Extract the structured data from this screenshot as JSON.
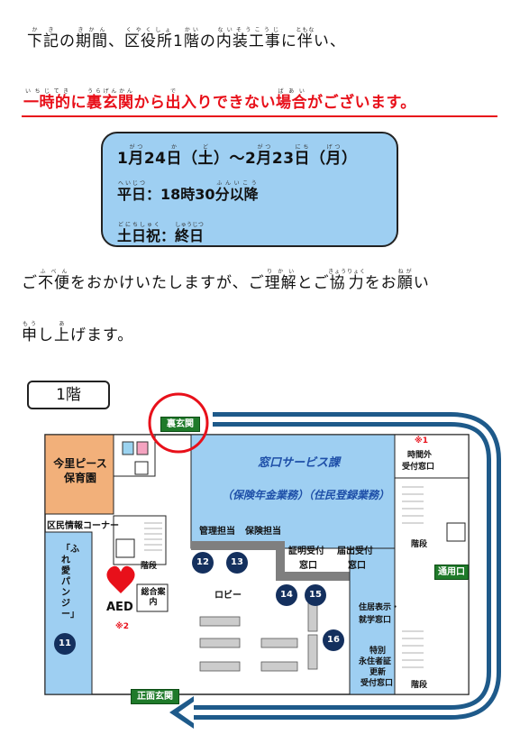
{
  "notice": {
    "line1": [
      {
        "t": "下記",
        "r": "かき"
      },
      {
        "t": "の"
      },
      {
        "t": "期間",
        "r": "きかん"
      },
      {
        "t": "、"
      },
      {
        "t": "区役所",
        "r": "くやくしょ"
      },
      {
        "t": "1"
      },
      {
        "t": "階",
        "r": "かい"
      },
      {
        "t": "の"
      },
      {
        "t": "内装工事",
        "r": "ないそうこうじ"
      },
      {
        "t": "に"
      },
      {
        "t": "伴",
        "r": "ともな"
      },
      {
        "t": "い、"
      }
    ],
    "line2": [
      {
        "t": "一時的",
        "r": "いちじてき"
      },
      {
        "t": "に"
      },
      {
        "t": "裏玄関",
        "r": "うらげんかん"
      },
      {
        "t": "から"
      },
      {
        "t": "出",
        "r": "で"
      },
      {
        "t": "入りできない"
      },
      {
        "t": "場合",
        "r": "ばあい"
      },
      {
        "t": "がございます。"
      }
    ],
    "period": [
      {
        "t": "1"
      },
      {
        "t": "月",
        "r": "がつ"
      },
      {
        "t": "24"
      },
      {
        "t": "日",
        "r": "か"
      },
      {
        "t": "（"
      },
      {
        "t": "土",
        "r": "ど"
      },
      {
        "t": "）～2"
      },
      {
        "t": "月",
        "r": "がつ"
      },
      {
        "t": "23"
      },
      {
        "t": "日",
        "r": "にち"
      },
      {
        "t": "（"
      },
      {
        "t": "月",
        "r": "げつ"
      },
      {
        "t": "）"
      }
    ],
    "weekday": [
      {
        "t": "平日",
        "r": "へいじつ"
      },
      {
        "t": "：18時30"
      },
      {
        "t": "分以降",
        "r": "ふんいこう"
      }
    ],
    "weekend": [
      {
        "t": "土日祝",
        "r": "どにちしゅく"
      },
      {
        "t": "："
      },
      {
        "t": "終日",
        "r": "しゅうじつ"
      }
    ],
    "para1": [
      {
        "t": "ご"
      },
      {
        "t": "不便",
        "r": "ふべん"
      },
      {
        "t": "をおかけいたしますが、ご"
      },
      {
        "t": "理解",
        "r": "りかい"
      },
      {
        "t": "とご"
      },
      {
        "t": "協力",
        "r": "きょうりょく"
      },
      {
        "t": "をお"
      },
      {
        "t": "願",
        "r": "ねが"
      },
      {
        "t": "い"
      }
    ],
    "para2": [
      {
        "t": "申",
        "r": "もう"
      },
      {
        "t": "し"
      },
      {
        "t": "上",
        "r": "あ"
      },
      {
        "t": "げます。"
      }
    ]
  },
  "map": {
    "floor": "1階",
    "rear_entrance": "裏玄関",
    "main_entrance": "正面玄関",
    "side_entrance": "通用口",
    "nursery": "今里ピース保育園",
    "info_corner": "区民情報コーナー",
    "gallery": "「ふれ愛パンジー」",
    "counter_service": "窓口サービス課",
    "counter_sub": "（保険年金業務）（住民登録業務）",
    "management": "管理担当",
    "insurance": "保険担当",
    "cert": "証明受付",
    "cert2": "窓口",
    "notify": "届出受付",
    "notify2": "窓口",
    "lobby": "ロビー",
    "info_desk": "総合案内",
    "aed": "AED",
    "note1": "※1",
    "after_hours1": "時間外",
    "after_hours2": "受付窓口",
    "note2": "※2",
    "stairs1": "階段",
    "stairs2": "階段",
    "stairs3": "階段",
    "address1": "住居表示・",
    "address2": "就学窓口",
    "resident1": "特別",
    "resident2": "永住者証",
    "resident3": "更新",
    "resident4": "受付窓口",
    "numbers": [
      "11",
      "12",
      "13",
      "14",
      "15",
      "16"
    ]
  }
}
